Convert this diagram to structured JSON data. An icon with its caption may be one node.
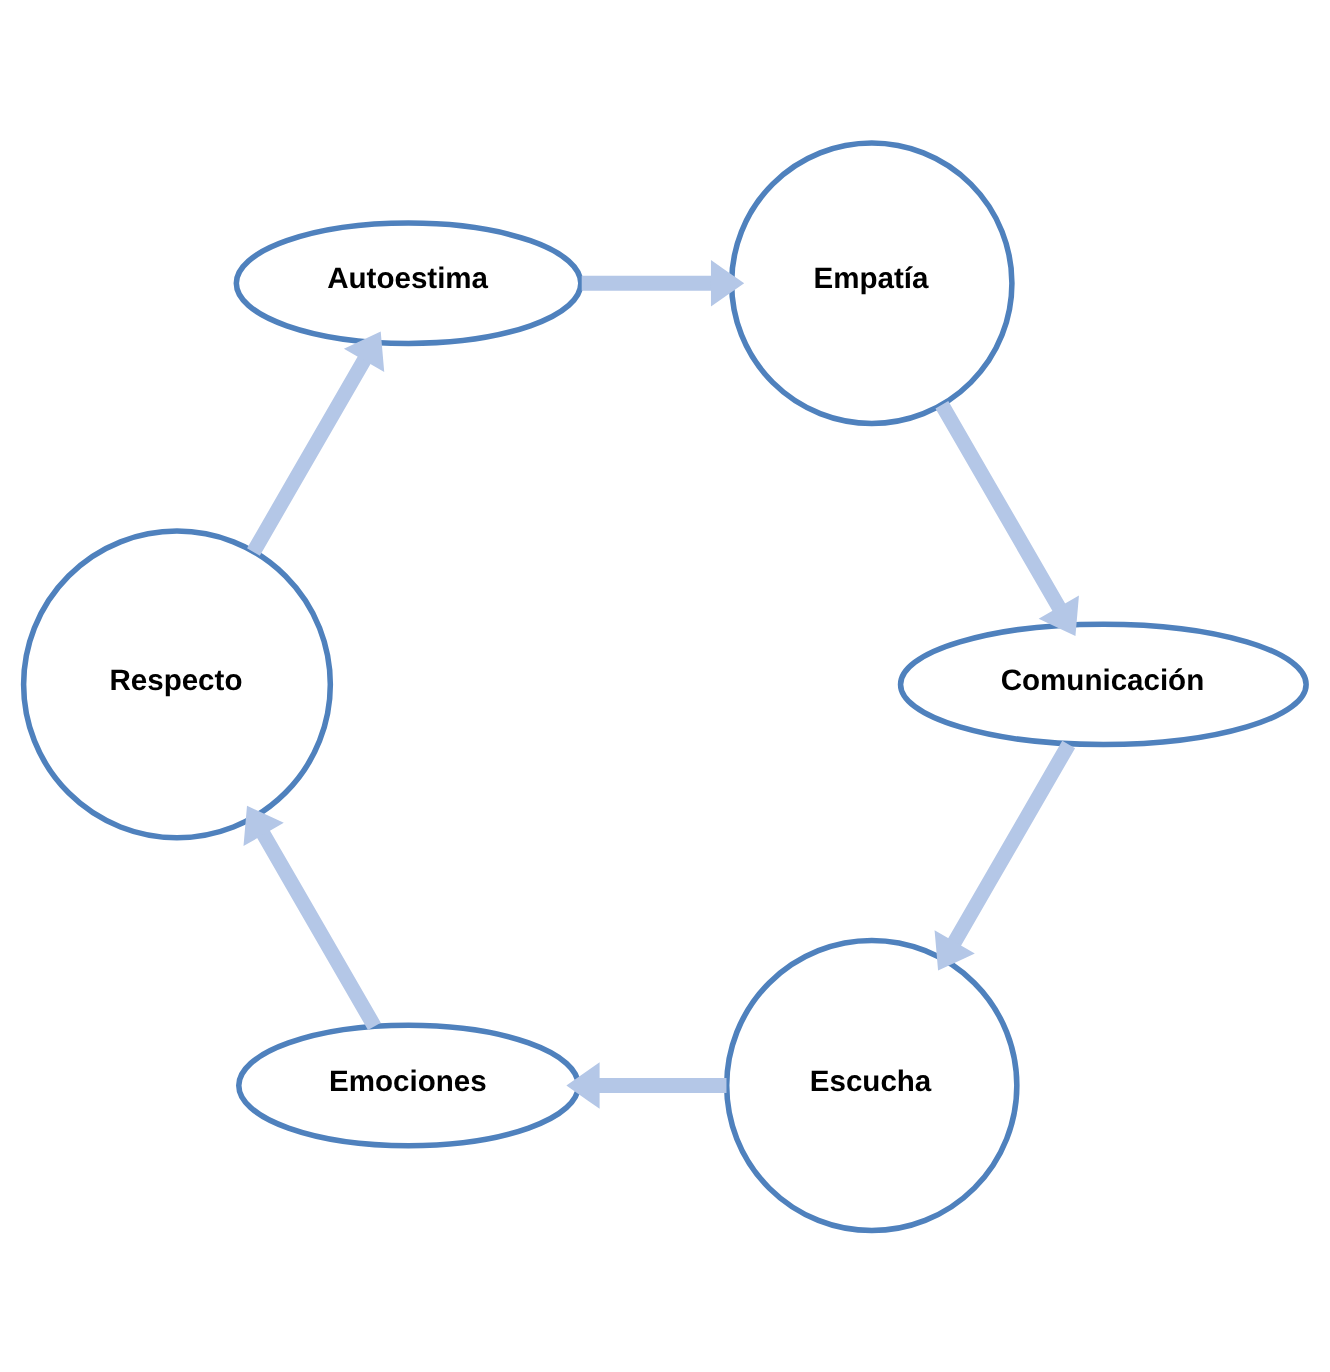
{
  "diagram": {
    "nodes": [
      {
        "text": [
          "Escucha"
        ]
      },
      {
        "text": [
          "Emociones"
        ]
      },
      {
        "text": [
          "Respecto"
        ]
      },
      {
        "text": [
          "Autoestima"
        ]
      },
      {
        "text": [
          "Empatía"
        ]
      },
      {
        "text": [
          "Comunicación"
        ]
      }
    ],
    "edges": [
      {
        "from": 0,
        "to": 1,
        "arrow": "to"
      },
      {
        "from": 1,
        "to": 2,
        "arrow": "to"
      },
      {
        "from": 2,
        "to": 3,
        "arrow": "to"
      },
      {
        "from": 3,
        "to": 4,
        "arrow": "to"
      },
      {
        "from": 4,
        "to": 5,
        "arrow": "to"
      },
      {
        "from": 5,
        "to": 0,
        "arrow": "to"
      }
    ]
  }
}
